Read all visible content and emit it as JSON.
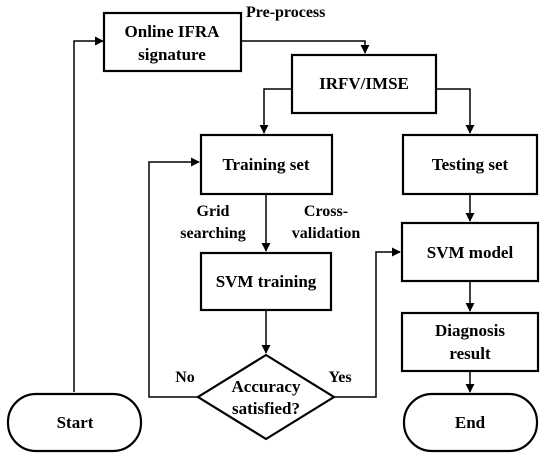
{
  "nodes": {
    "online_ifra": {
      "lines": [
        "Online IFRA",
        "signature"
      ]
    },
    "irfv_imse": {
      "lines": [
        "IRFV/IMSE"
      ]
    },
    "training_set": {
      "lines": [
        "Training set"
      ]
    },
    "testing_set": {
      "lines": [
        "Testing set"
      ]
    },
    "svm_training": {
      "lines": [
        "SVM training"
      ]
    },
    "accuracy": {
      "lines": [
        "Accuracy",
        "satisfied?"
      ]
    },
    "svm_model": {
      "lines": [
        "SVM model"
      ]
    },
    "diagnosis": {
      "lines": [
        "Diagnosis",
        "result"
      ]
    },
    "start": {
      "lines": [
        "Start"
      ]
    },
    "end": {
      "lines": [
        "End"
      ]
    }
  },
  "edge_labels": {
    "pre_process": "Pre-process",
    "grid_1": "Grid",
    "grid_2": "searching",
    "cross_1": "Cross-",
    "cross_2": "validation",
    "no": "No",
    "yes": "Yes"
  },
  "colors": {
    "stroke": "#000000",
    "fill": "#ffffff",
    "text": "#000000"
  }
}
